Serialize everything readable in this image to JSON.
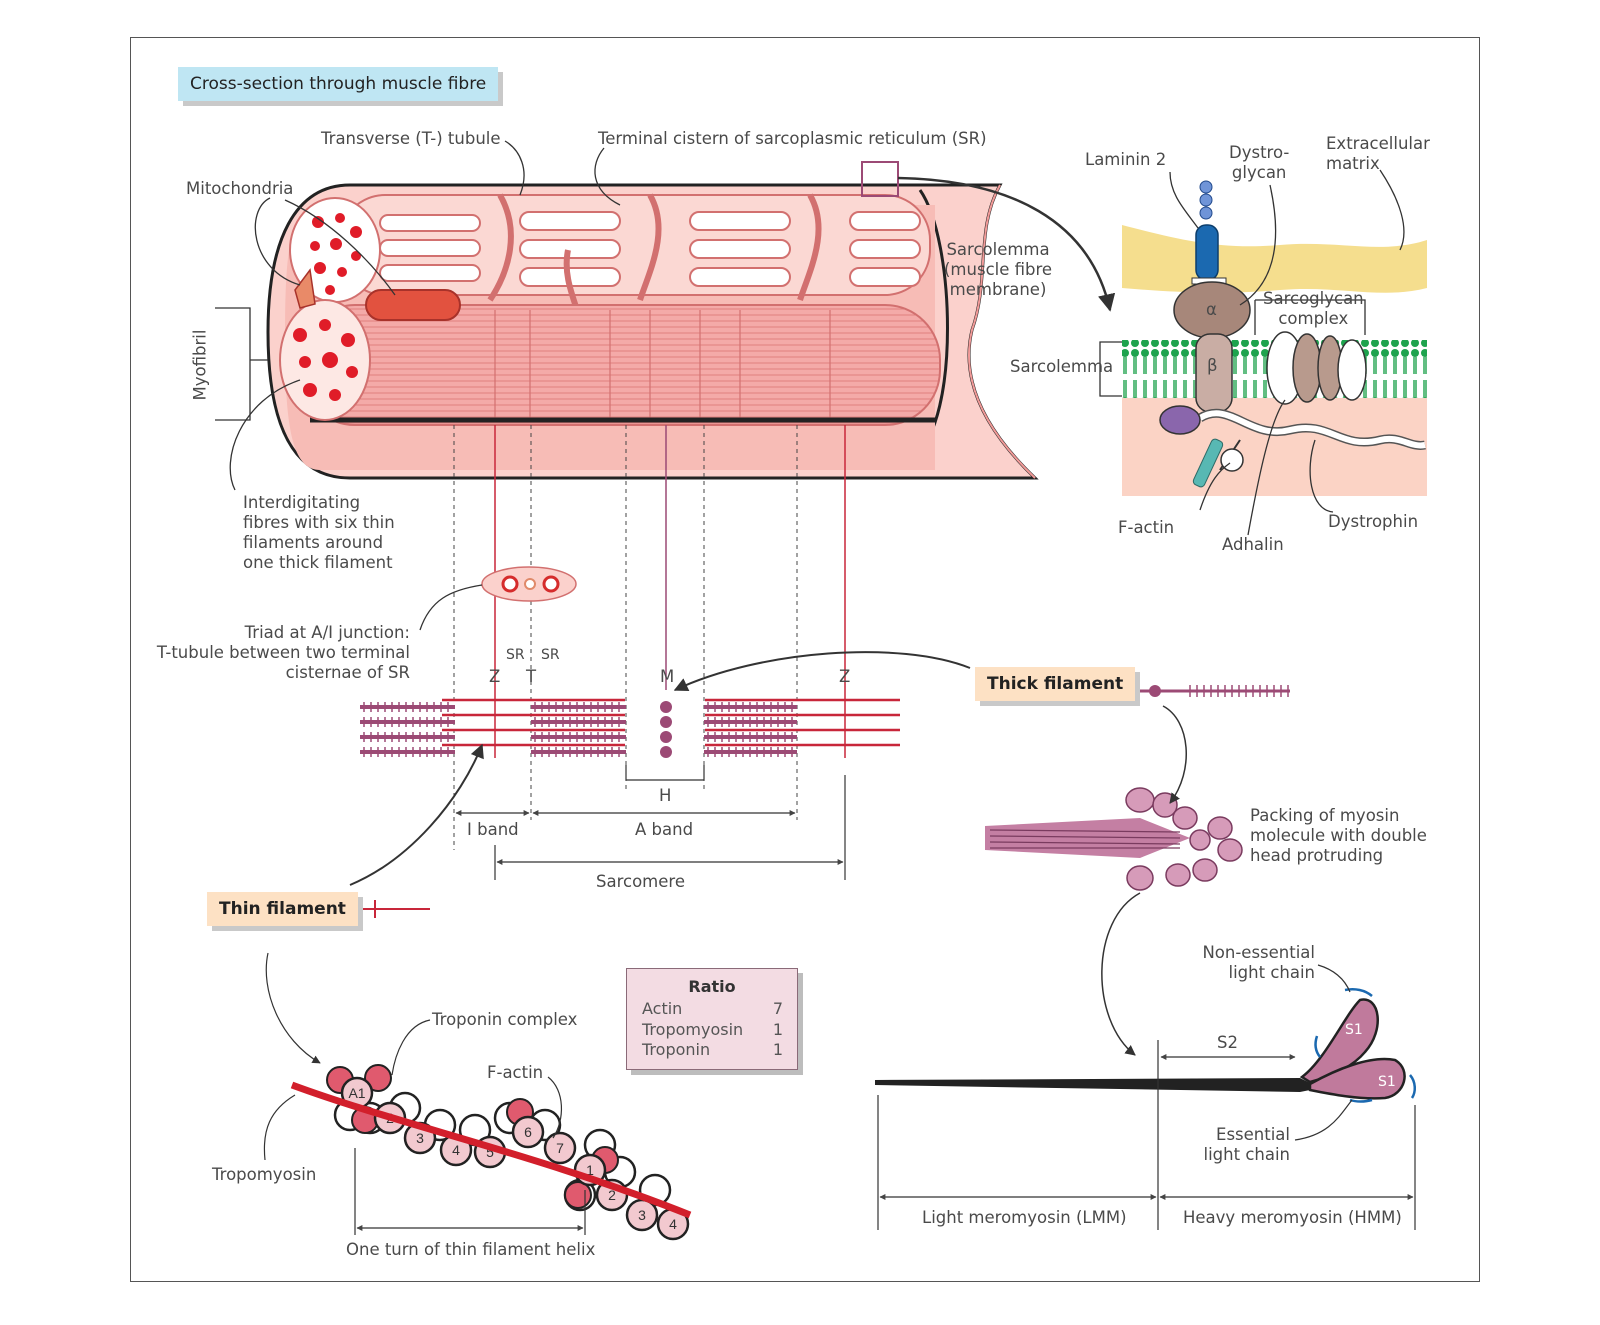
{
  "colors": {
    "muscle_pink": "#f6b8b2",
    "muscle_dark": "#e07a78",
    "thin_filament_red": "#c8263a",
    "thick_filament_purple": "#9c4a75",
    "membrane_green": "#1ea34d",
    "matrix_yellow": "#f5de8e",
    "header_blue": "#bfe6f3",
    "header_peach": "#fde1c4"
  },
  "header": "Cross-section through muscle fibre",
  "fibre": {
    "t_tubule": "Transverse (T-) tubule",
    "terminal_cistern": "Terminal cistern of sarcoplasmic reticulum (SR)",
    "mitochondria": "Mitochondria",
    "myofibril": "Myofibril",
    "sarcolemma_full": [
      "Sarcolemma",
      "(muscle fibre",
      "membrane)"
    ],
    "interdigitating": [
      "Interdigitating",
      "fibres with six thin",
      "filaments around",
      "one thick filament"
    ]
  },
  "membrane_inset": {
    "laminin": "Laminin 2",
    "dystroglycan": [
      "Dystro-",
      "glycan"
    ],
    "extracellular": [
      "Extracellular",
      "matrix"
    ],
    "sarcoglycan": [
      "Sarcoglycan",
      "complex"
    ],
    "sarcolemma": "Sarcolemma",
    "alpha": "α",
    "beta": "β",
    "f_actin": "F-actin",
    "adhalin": "Adhalin",
    "dystrophin": "Dystrophin"
  },
  "sarcomere": {
    "triad": [
      "Triad at A/I junction:",
      "T-tubule between two terminal",
      "cisternae of SR"
    ],
    "sr1": "SR",
    "sr2": "SR",
    "z1": "Z",
    "t": "T",
    "m": "M",
    "z2": "Z",
    "h": "H",
    "i_band": "I band",
    "a_band": "A band",
    "sarcomere": "Sarcomere"
  },
  "thick_filament_tag": "Thick filament",
  "thin_filament_tag": "Thin filament",
  "myosin_packing": [
    "Packing of myosin",
    "molecule with double",
    "head protruding"
  ],
  "thin_detail": {
    "troponin": "Troponin complex",
    "f_actin": "F-actin",
    "tropomyosin": "Tropomyosin",
    "one_turn": "One turn of thin filament helix",
    "monomers_top": [
      "A1",
      "2",
      "3",
      "4",
      "5",
      "6",
      "7"
    ],
    "monomers_next": [
      "1",
      "2",
      "3",
      "4"
    ]
  },
  "ratio": {
    "title": "Ratio",
    "rows": [
      {
        "name": "Actin",
        "value": "7"
      },
      {
        "name": "Tropomyosin",
        "value": "1"
      },
      {
        "name": "Troponin",
        "value": "1"
      }
    ]
  },
  "myosin_detail": {
    "non_essential": [
      "Non-essential",
      "light chain"
    ],
    "essential": [
      "Essential",
      "light chain"
    ],
    "s2": "S2",
    "s1a": "S1",
    "s1b": "S1",
    "lmm": "Light meromyosin (LMM)",
    "hmm": "Heavy meromyosin (HMM)"
  }
}
